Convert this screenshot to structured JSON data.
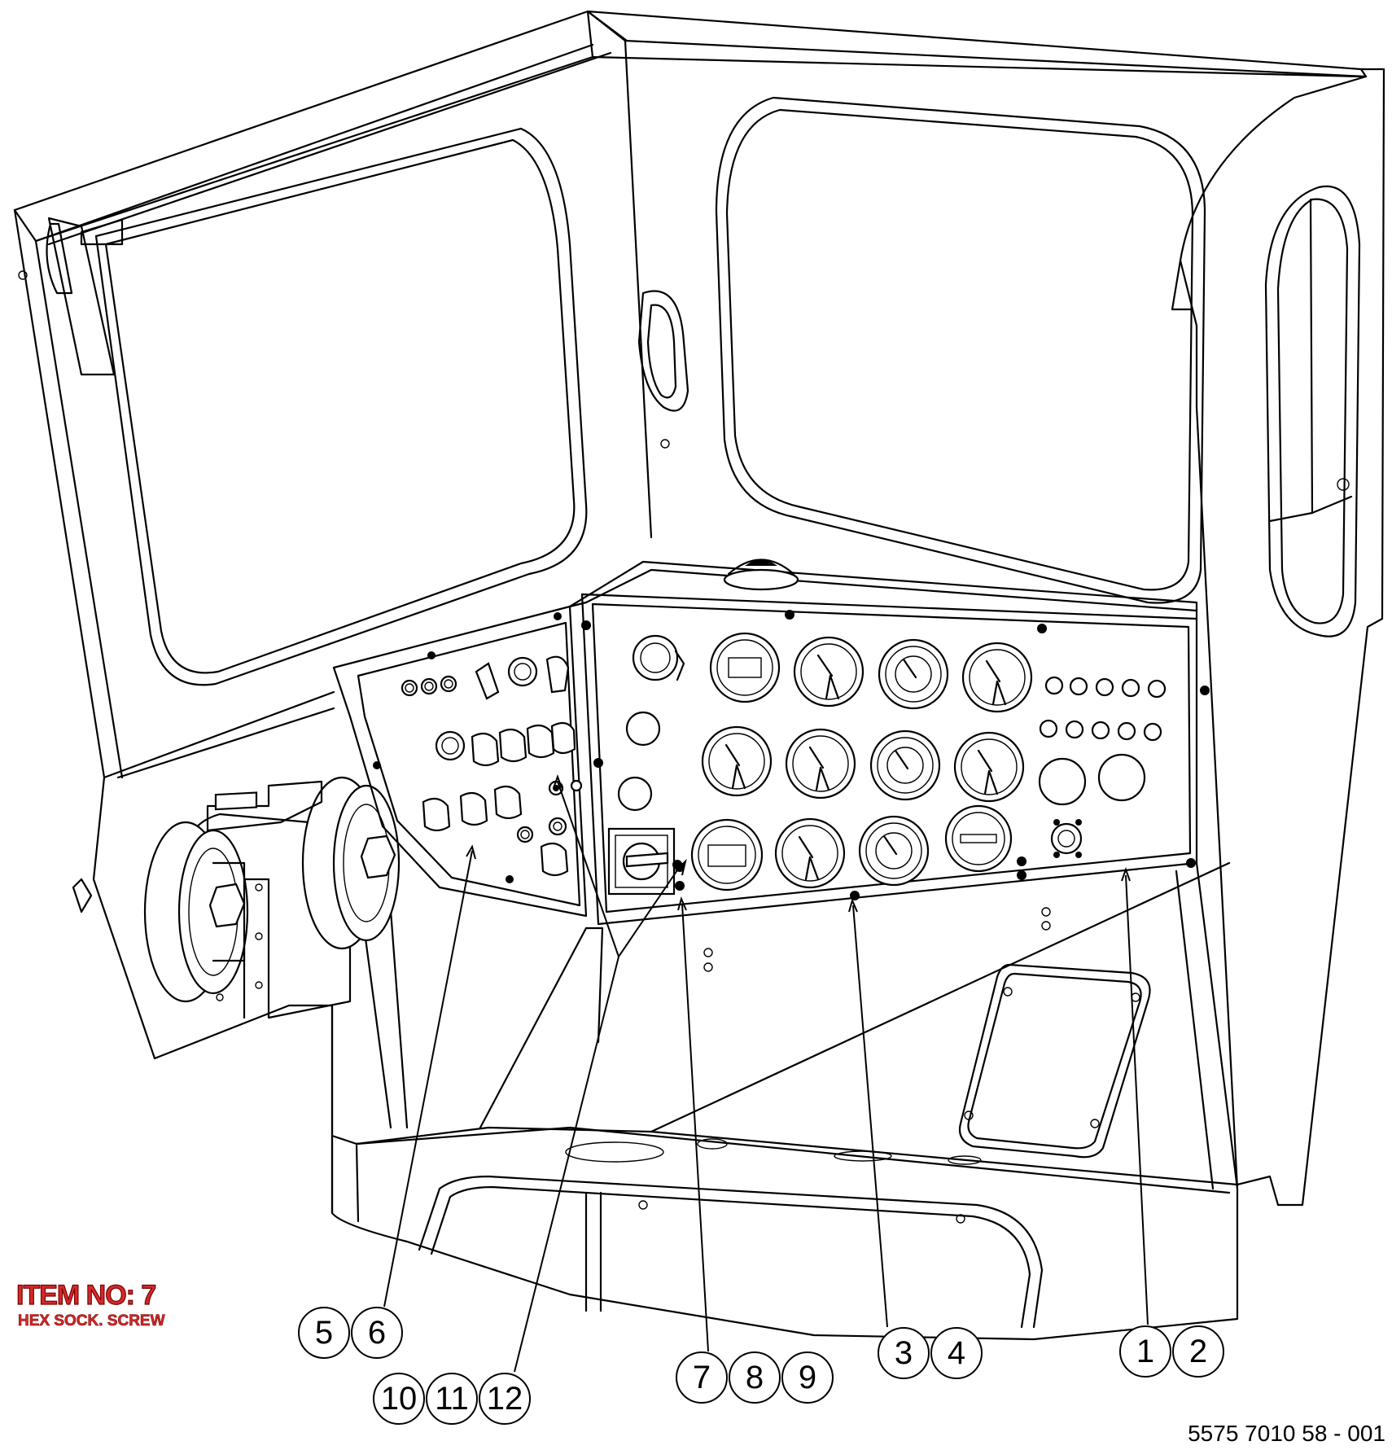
{
  "item_label": {
    "title": "ITEM NO: 7",
    "subtitle": "HEX SOCK. SCREW"
  },
  "drawing_number": "5575 7010 58 - 001",
  "balloons": [
    "1",
    "2",
    "3",
    "4",
    "5",
    "6",
    "7",
    "8",
    "9",
    "10",
    "11",
    "12"
  ]
}
